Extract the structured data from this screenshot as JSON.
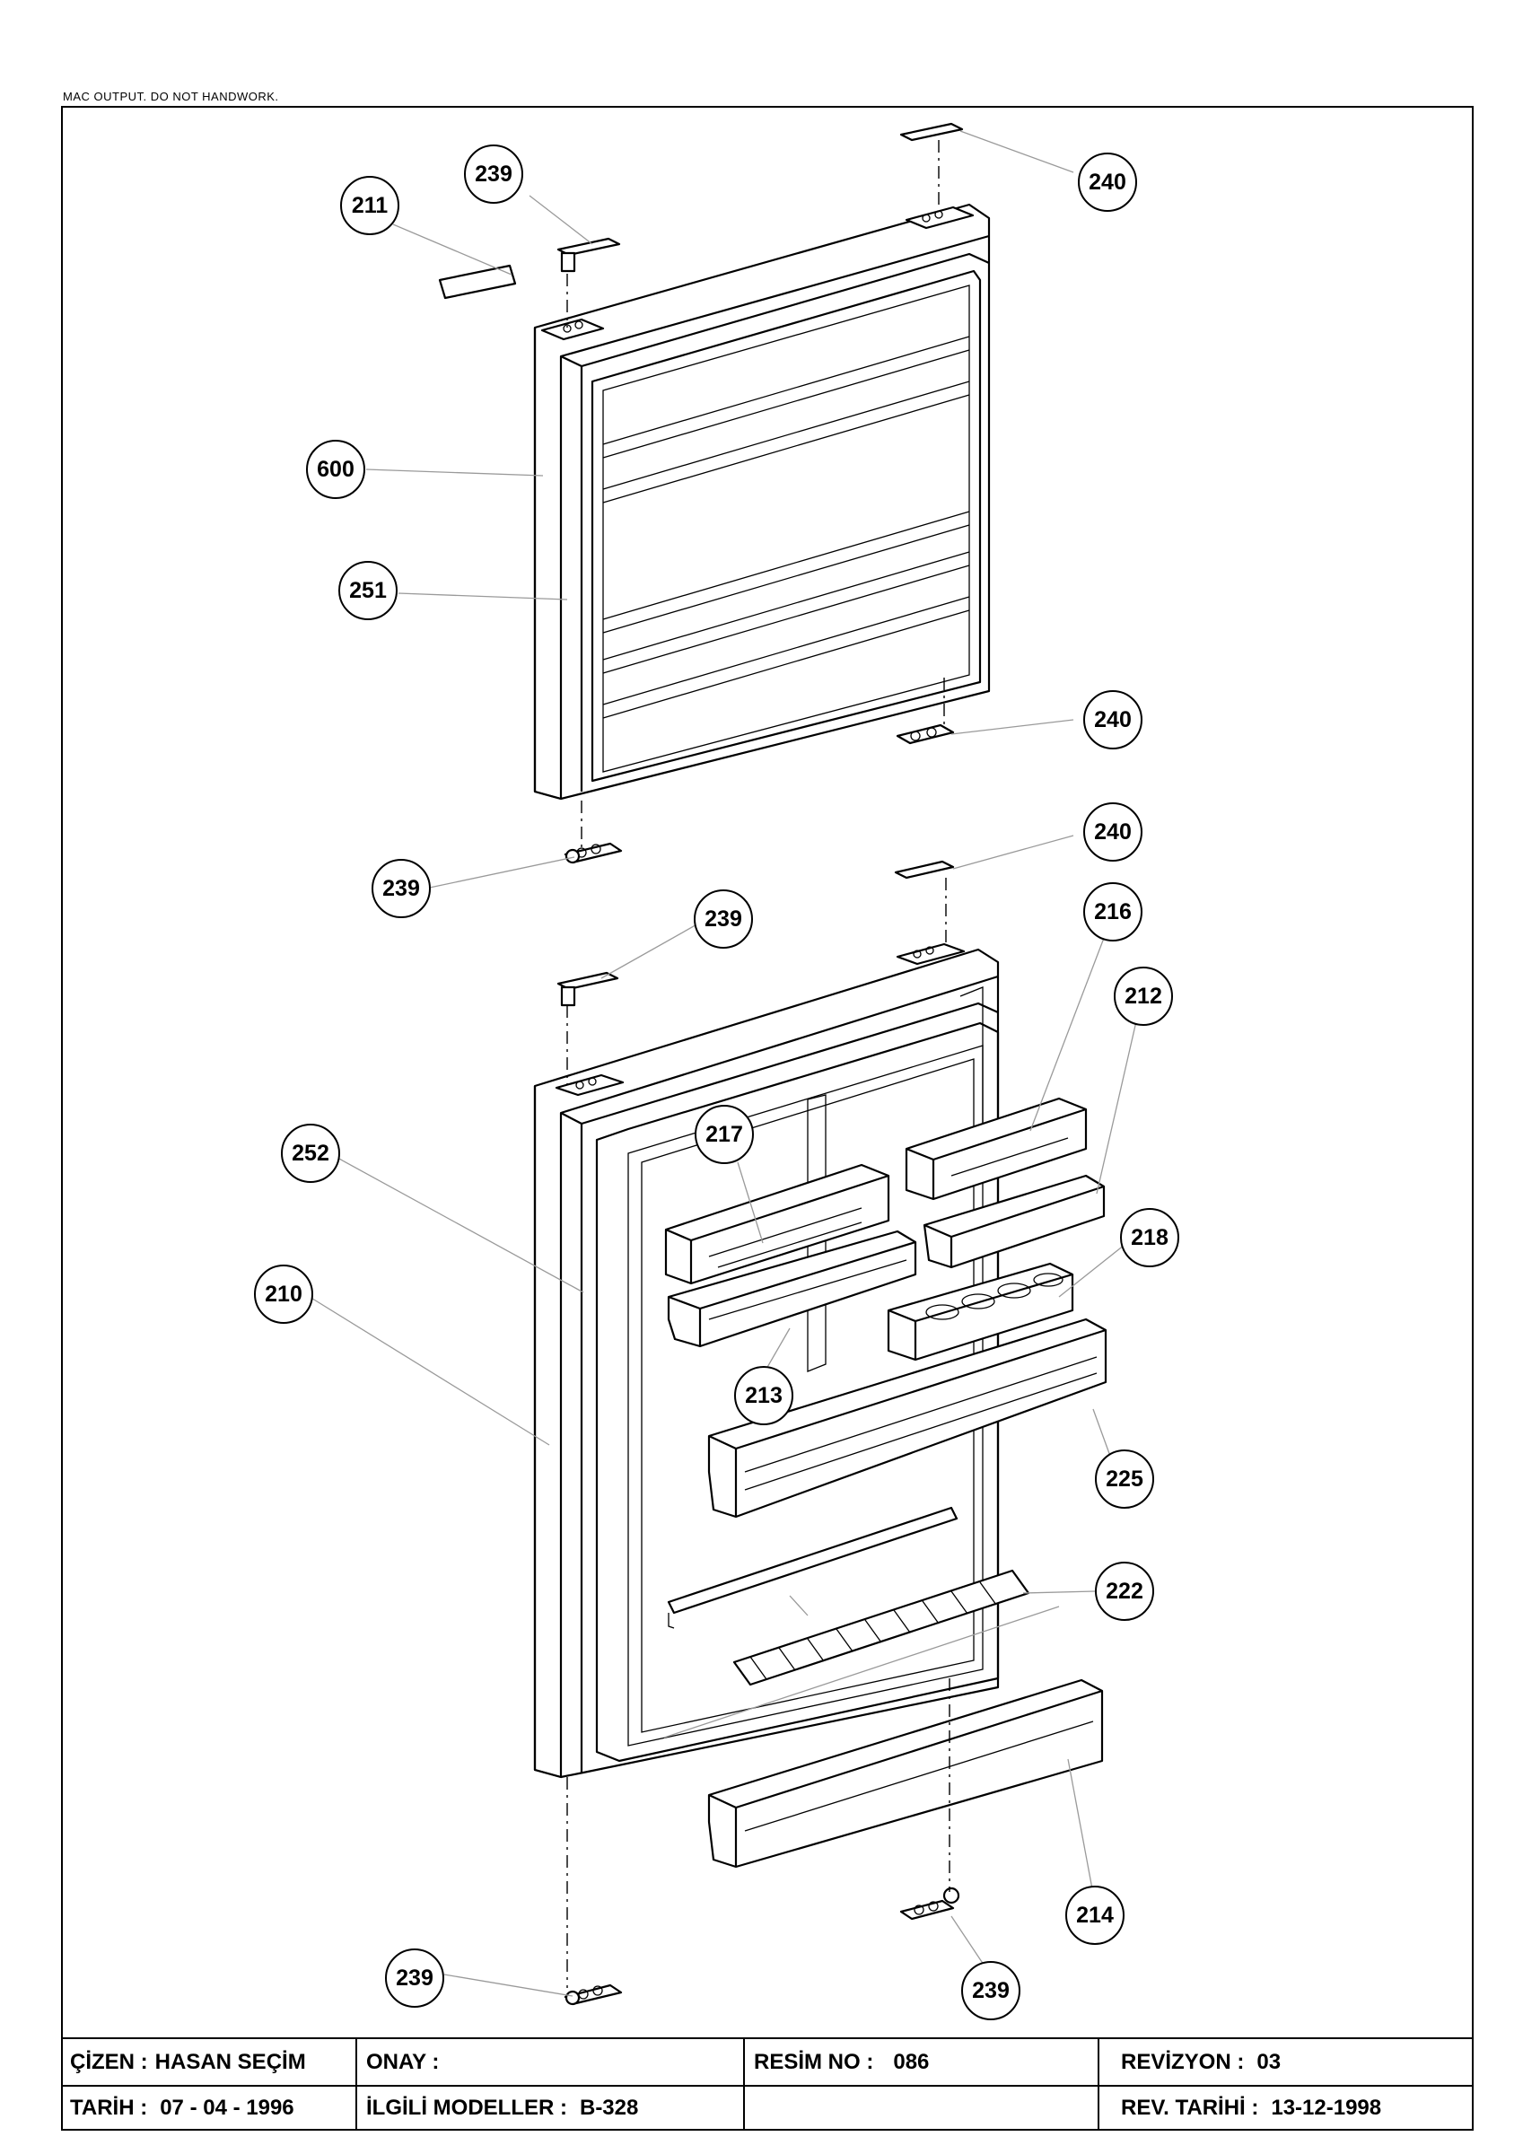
{
  "header_note": "MAC OUTPUT. DO NOT HANDWORK.",
  "callouts": {
    "c211": "211",
    "c239a": "239",
    "c240a": "240",
    "c600": "600",
    "c251": "251",
    "c240b": "240",
    "c239b": "239",
    "c240c": "240",
    "c239c": "239",
    "c216": "216",
    "c212": "212",
    "c252": "252",
    "c217": "217",
    "c218": "218",
    "c210": "210",
    "c213": "213",
    "c225": "225",
    "c222": "222",
    "c214": "214",
    "c239d": "239",
    "c239e": "239"
  },
  "title_block": {
    "drawn_by_label": "ÇİZEN :",
    "drawn_by": "HASAN SEÇİM",
    "approval_label": "ONAY :",
    "approval": "",
    "drawing_no_label": "RESİM NO :",
    "drawing_no": "086",
    "revision_label": "REVİZYON :",
    "revision": "03",
    "date_label": "TARİH :",
    "date": "07 - 04 - 1996",
    "models_label": "İLGİLİ MODELLER :",
    "models": "B-328",
    "rev_date_label": "REV. TARİHİ :",
    "rev_date": "13-12-1998"
  },
  "colors": {
    "line": "#000000",
    "leader": "#9a9a9a",
    "paper": "#ffffff"
  }
}
